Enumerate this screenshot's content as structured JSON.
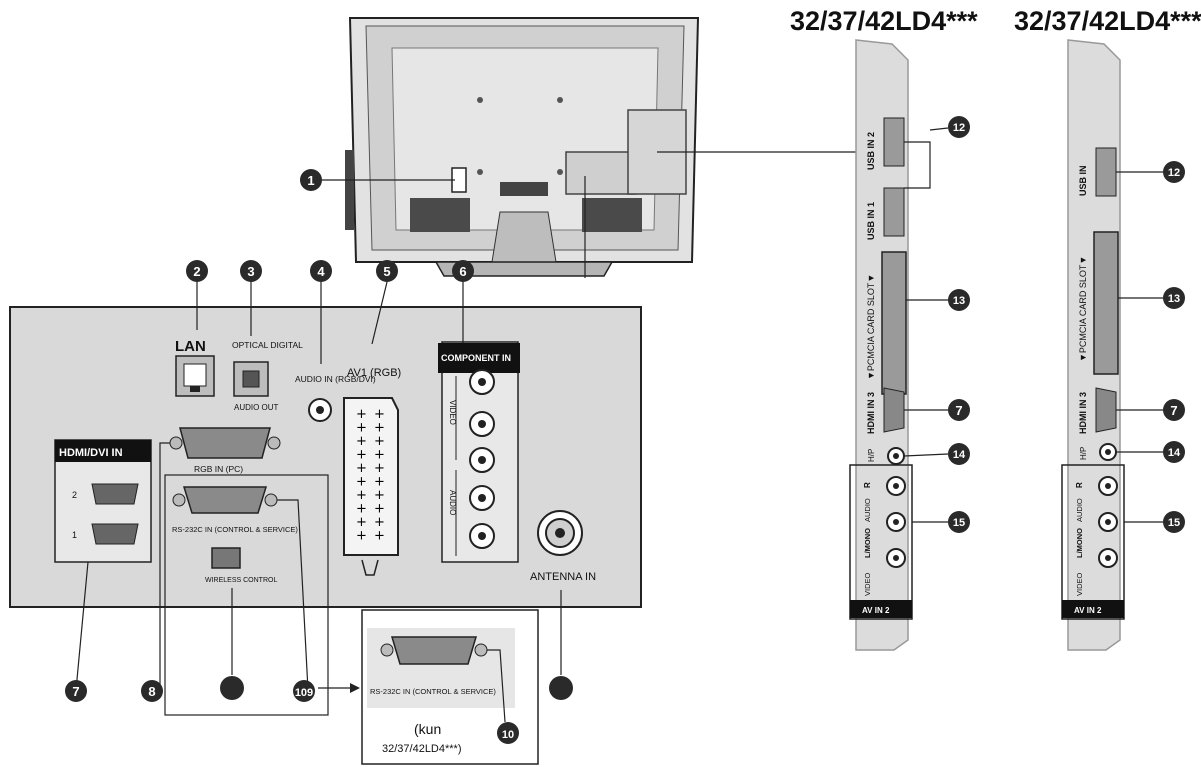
{
  "headings": {
    "col_a": "32/37/42LD4***",
    "col_b": "32/37/42LD4***"
  },
  "panel": {
    "lan": "LAN",
    "optical": "OPTICAL DIGITAL",
    "audio_out": "AUDIO OUT",
    "audio_in": "AUDIO IN (RGB/DVI)",
    "av1": "AV1 (RGB)",
    "component_in": "COMPONENT IN",
    "component_video": "VIDEO",
    "component_audio": "AUDIO",
    "hdmi_dvi_in": "HDMI/DVI IN",
    "hdmi_2": "2",
    "hdmi_1": "1",
    "rgb_in": "RGB IN (PC)",
    "rs232c": "RS-232C IN (CONTROL & SERVICE)",
    "wireless": "WIRELESS CONTROL",
    "antenna_in": "ANTENNA IN"
  },
  "inset": {
    "rs232c": "RS-232C IN (CONTROL & SERVICE)",
    "note_line1": "(kun",
    "note_line2": "32/37/42LD4***)"
  },
  "side_a": {
    "usb2": "USB IN 2",
    "usb1": "USB IN 1",
    "pcmcia": "▼PCMCIA CARD SLOT▼",
    "hdmi3": "HDMI IN 3",
    "hp": "H/P",
    "av_video": "VIDEO",
    "av_lmono": "L/MONO",
    "av_audio": "AUDIO",
    "av_r": "R",
    "av_in2": "AV IN 2"
  },
  "side_b": {
    "usb": "USB IN",
    "pcmcia": "▼PCMCIA CARD SLOT▼",
    "hdmi3": "HDMI IN 3",
    "hp": "H/P",
    "av_video": "VIDEO",
    "av_lmono": "L/MONO",
    "av_audio": "AUDIO",
    "av_r": "R",
    "av_in2": "AV IN 2"
  },
  "callouts": {
    "c1": "1",
    "c2": "2",
    "c3": "3",
    "c4": "4",
    "c5": "5",
    "c6": "6",
    "c7": "7",
    "c8": "8",
    "c10": "10",
    "c109": "109",
    "c12": "12",
    "c13": "13",
    "c14": "14",
    "c15": "15"
  },
  "colors": {
    "panel_fill": "#d9d9d9",
    "tv_fill": "#dedede",
    "stroke": "#222222",
    "callout": "#2a2a2a"
  }
}
